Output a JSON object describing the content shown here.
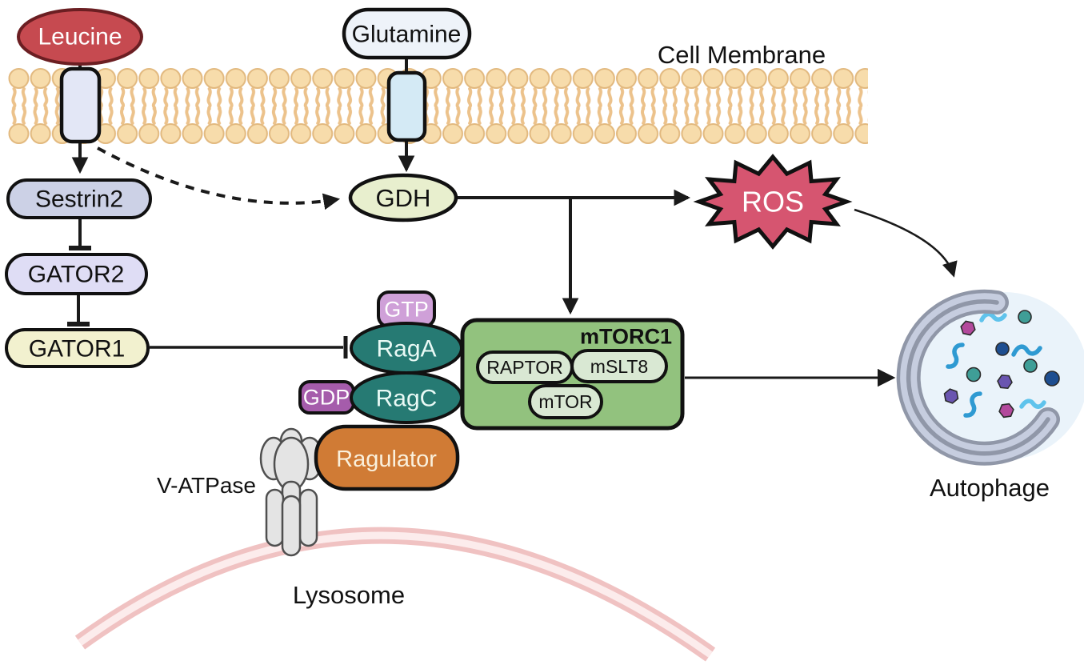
{
  "nodes": {
    "leucine": {
      "label": "Leucine",
      "fill": "#c64a50",
      "text_color": "#ffffff"
    },
    "glutamine": {
      "label": "Glutamine",
      "fill": "#eef3f9",
      "text_color": "#111111"
    },
    "cell_membrane": {
      "label": "Cell Membrane"
    },
    "sestrin2": {
      "label": "Sestrin2",
      "fill": "#ccd1e6"
    },
    "gator2": {
      "label": "GATOR2",
      "fill": "#dfddf5"
    },
    "gator1": {
      "label": "GATOR1",
      "fill": "#f2f1cf"
    },
    "gdh": {
      "label": "GDH",
      "fill": "#e8efce"
    },
    "ros": {
      "label": "ROS",
      "fill": "#d65570",
      "text_color": "#ffffff"
    },
    "gtp": {
      "label": "GTP",
      "fill": "#cfa0d8",
      "text_color": "#ffffff"
    },
    "gdp": {
      "label": "GDP",
      "fill": "#a55cab",
      "text_color": "#ffffff"
    },
    "raga": {
      "label": "RagA",
      "fill": "#267a73",
      "text_color": "#e9f9f5"
    },
    "ragc": {
      "label": "RagC",
      "fill": "#267a73",
      "text_color": "#e9f9f5"
    },
    "mtorc1": {
      "label": "mTORC1",
      "fill": "#92c27e"
    },
    "raptor": {
      "label": "RAPTOR",
      "fill": "#d9e8d3"
    },
    "mslt8": {
      "label": "mSLT8",
      "fill": "#d9e8d3"
    },
    "mtor": {
      "label": "mTOR",
      "fill": "#d9e8d3"
    },
    "ragulator": {
      "label": "Ragulator",
      "fill": "#d07b35",
      "text_color": "#faf0dc"
    },
    "vatpase": {
      "label": "V-ATPase"
    },
    "lysosome": {
      "label": "Lysosome"
    },
    "autophage": {
      "label": "Autophage"
    }
  },
  "edges": [
    {
      "from": "Leucine",
      "to": "Sestrin2",
      "type": "arrow",
      "via": "membrane transporter"
    },
    {
      "from": "Leucine transporter",
      "to": "GDH",
      "type": "dashed-arrow"
    },
    {
      "from": "Glutamine",
      "to": "GDH",
      "type": "arrow",
      "via": "membrane transporter"
    },
    {
      "from": "GDH",
      "to": "ROS",
      "type": "arrow"
    },
    {
      "from": "GDH",
      "to": "mTORC1",
      "type": "arrow"
    },
    {
      "from": "Sestrin2",
      "to": "GATOR2",
      "type": "inhibition"
    },
    {
      "from": "GATOR2",
      "to": "GATOR1",
      "type": "inhibition"
    },
    {
      "from": "GATOR1",
      "to": "RagA",
      "type": "inhibition"
    },
    {
      "from": "mTORC1",
      "to": "Autophage",
      "type": "arrow"
    },
    {
      "from": "ROS",
      "to": "Autophage",
      "type": "arrow"
    }
  ],
  "colors": {
    "membrane_head": "#f7dcab",
    "membrane_outline": "#e2b97f",
    "leucine_transporter": "#e3e7f6",
    "glutamine_transporter": "#d4eaf5",
    "lysosome_band": "#f0c2c2",
    "lysosome_band_inner": "#fcecec",
    "vatpase_fill": "#e4e4e4",
    "autophagosome_membrane": "#c6cddf",
    "autophagosome_membrane_outline": "#9097a8",
    "autophagosome_lumen": "#eaf3fa",
    "cargo_teal": "#3f9e97",
    "cargo_navy": "#1e4e90",
    "cargo_purple": "#6a55b0",
    "cargo_magenta": "#b3499c",
    "cargo_squiggle_light": "#5fc3ec",
    "cargo_squiggle_dark": "#2f9ad2",
    "arrow": "#1a1a1a"
  }
}
